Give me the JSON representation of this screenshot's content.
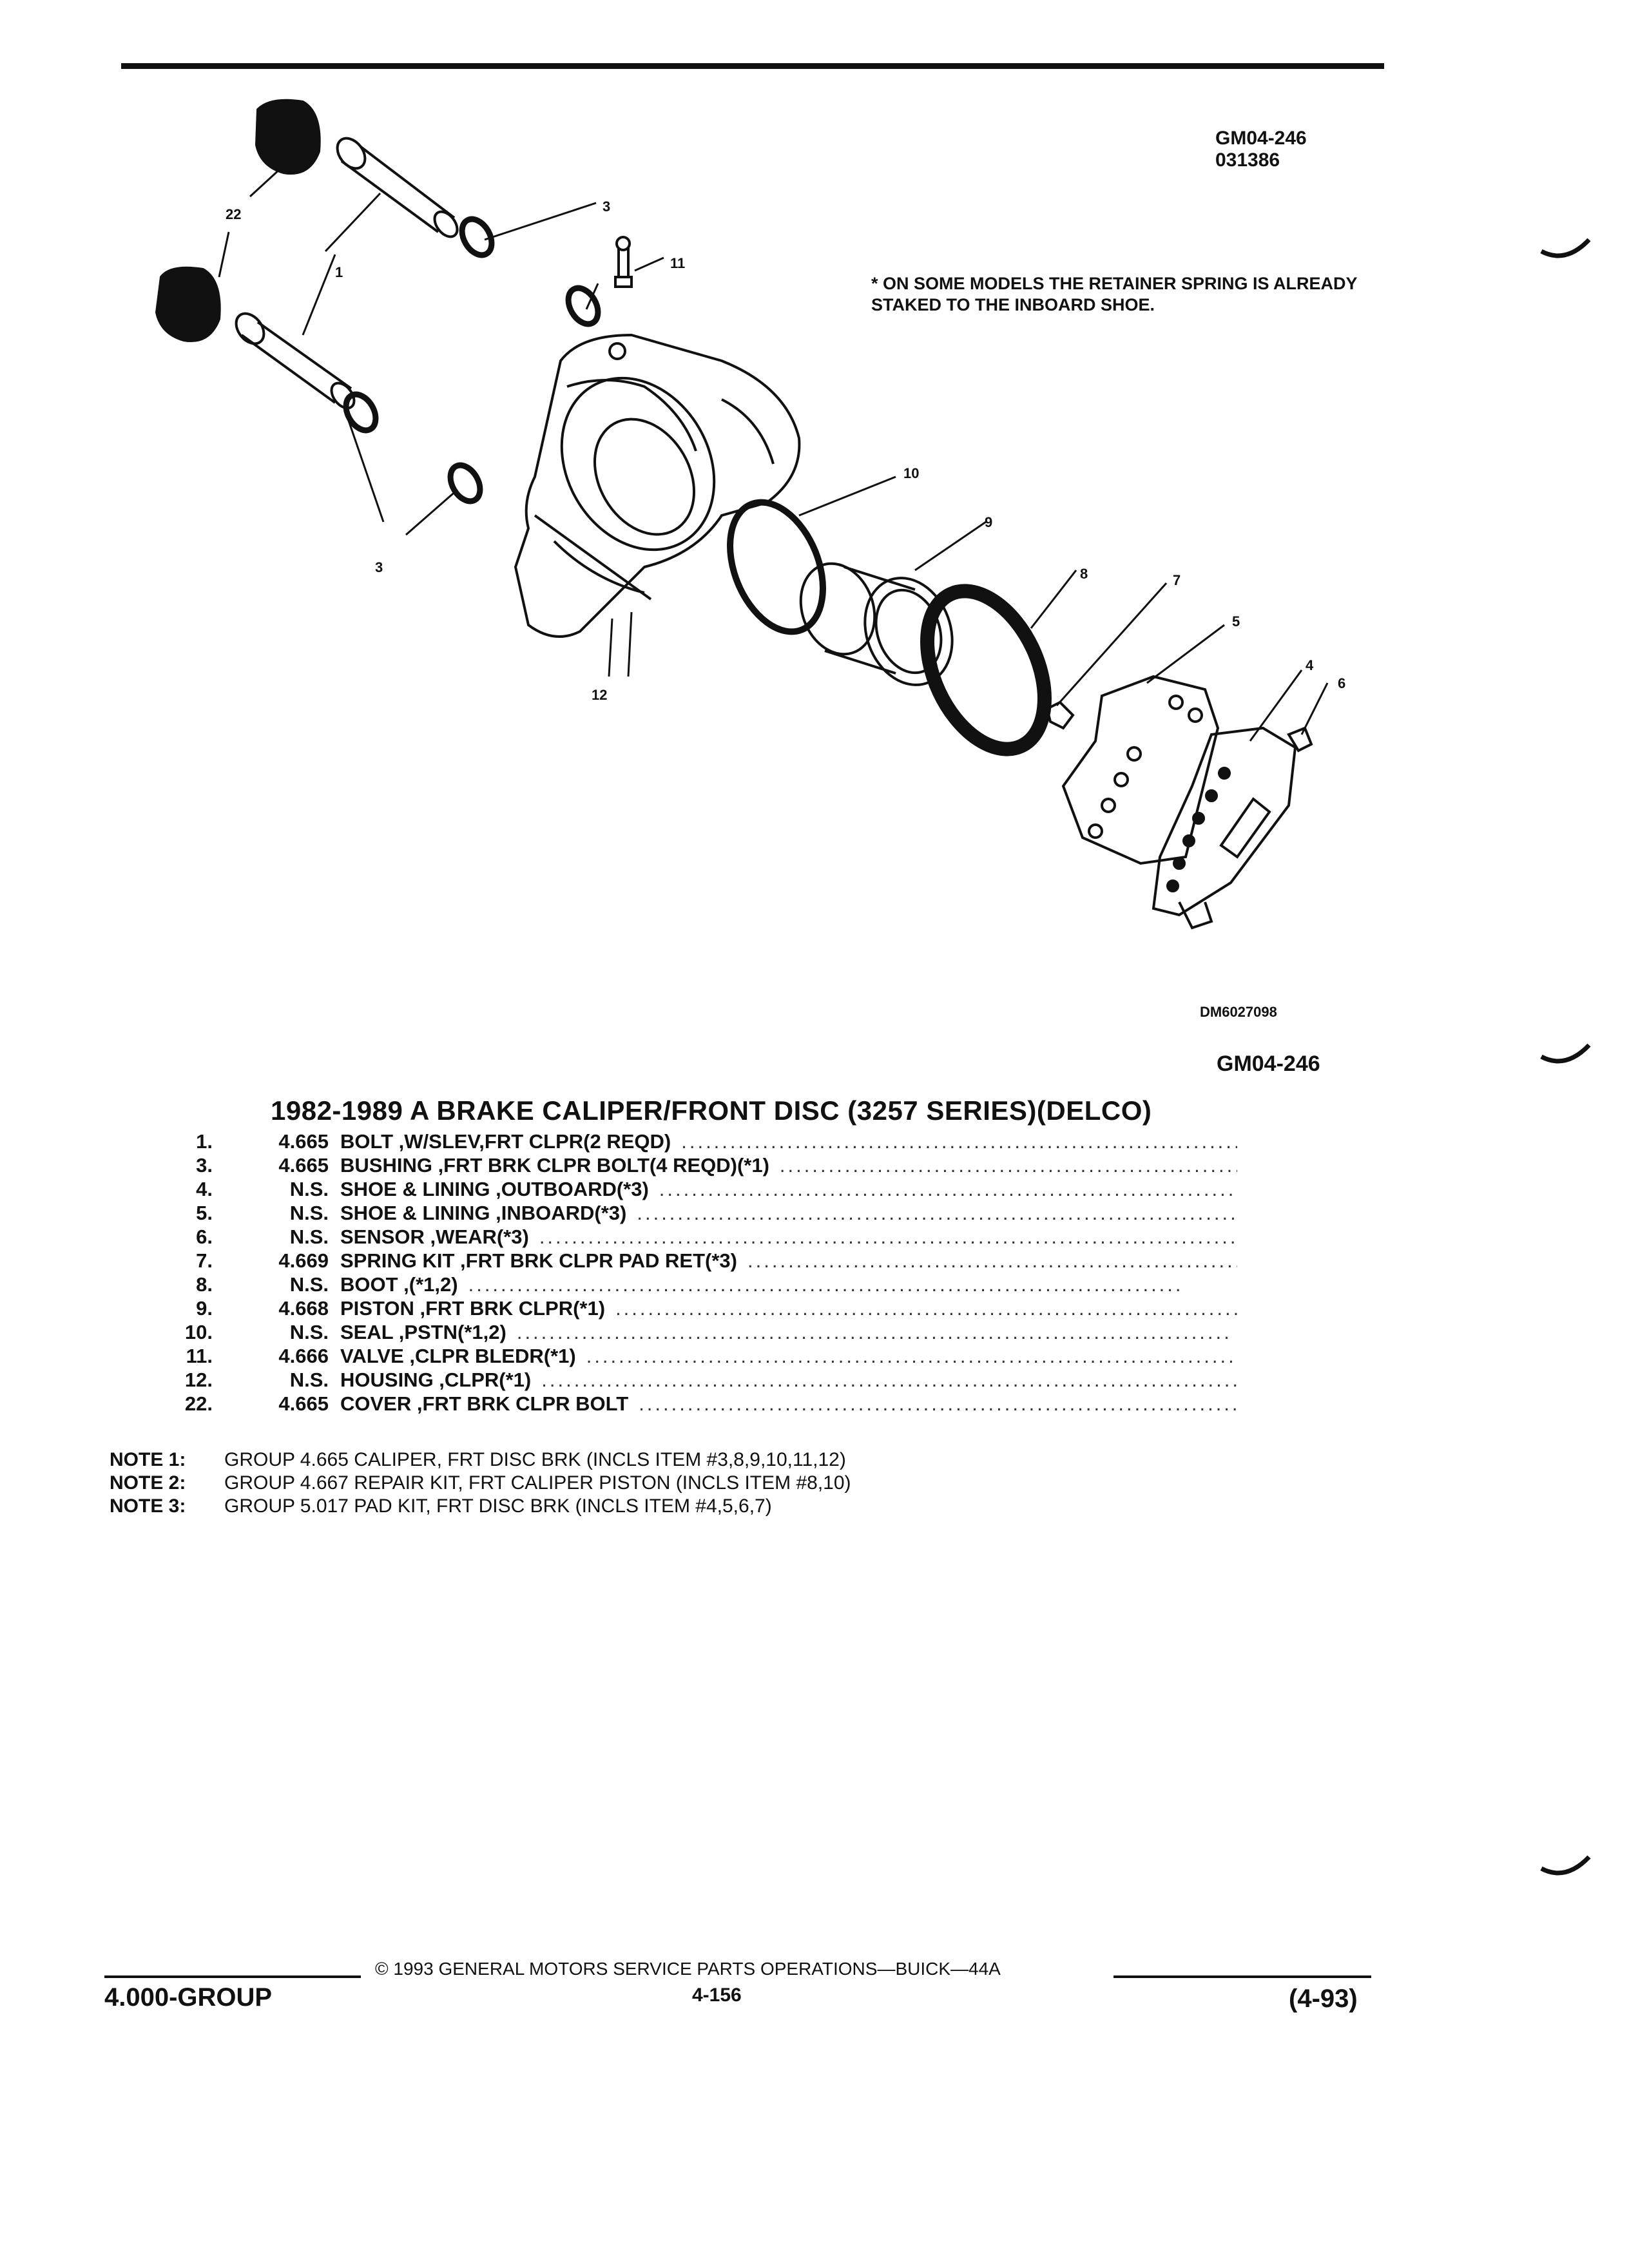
{
  "header": {
    "ref_code_line1": "GM04-246",
    "ref_code_line2": "031386",
    "footnote": "* ON SOME MODELS THE RETAINER SPRING IS ALREADY STAKED TO THE INBOARD SHOE.",
    "drawing_code": "DM6027098",
    "ref_code_bottom": "GM04-246"
  },
  "callouts": [
    "22",
    "1",
    "3",
    "11",
    "3",
    "10",
    "9",
    "8",
    "7",
    "5",
    "4",
    "6",
    "12"
  ],
  "title": "1982-1989 A BRAKE CALIPER/FRONT DISC (3257 SERIES)(DELCO)",
  "parts": [
    {
      "num": "1.",
      "group": "4.665",
      "desc": "BOLT ,W/SLEV,FRT CLPR(2 REQD)"
    },
    {
      "num": "3.",
      "group": "4.665",
      "desc": "BUSHING ,FRT BRK CLPR BOLT(4 REQD)(*1)"
    },
    {
      "num": "4.",
      "group": "N.S.",
      "desc": "SHOE & LINING ,OUTBOARD(*3)"
    },
    {
      "num": "5.",
      "group": "N.S.",
      "desc": "SHOE & LINING ,INBOARD(*3)"
    },
    {
      "num": "6.",
      "group": "N.S.",
      "desc": "SENSOR ,WEAR(*3)"
    },
    {
      "num": "7.",
      "group": "4.669",
      "desc": "SPRING KIT ,FRT BRK CLPR PAD RET(*3)"
    },
    {
      "num": "8.",
      "group": "N.S.",
      "desc": "BOOT ,(*1,2)"
    },
    {
      "num": "9.",
      "group": "4.668",
      "desc": "PISTON ,FRT BRK CLPR(*1)"
    },
    {
      "num": "10.",
      "group": "N.S.",
      "desc": "SEAL ,PSTN(*1,2)"
    },
    {
      "num": "11.",
      "group": "4.666",
      "desc": "VALVE ,CLPR BLEDR(*1)"
    },
    {
      "num": "12.",
      "group": "N.S.",
      "desc": "HOUSING ,CLPR(*1)"
    },
    {
      "num": "22.",
      "group": "4.665",
      "desc": "COVER ,FRT BRK CLPR BOLT"
    }
  ],
  "notes": [
    {
      "label": "NOTE  1:",
      "text": "GROUP 4.665 CALIPER, FRT DISC BRK (INCLS ITEM #3,8,9,10,11,12)"
    },
    {
      "label": "NOTE  2:",
      "text": "GROUP 4.667 REPAIR KIT, FRT CALIPER PISTON (INCLS ITEM #8,10)"
    },
    {
      "label": "NOTE  3:",
      "text": "GROUP 5.017 PAD KIT, FRT DISC BRK (INCLS ITEM #4,5,6,7)"
    }
  ],
  "footer": {
    "group": "4.000-GROUP",
    "copyright": "© 1993 GENERAL MOTORS SERVICE PARTS OPERATIONS—BUICK—44A",
    "page": "4-156",
    "date": "(4-93)"
  }
}
